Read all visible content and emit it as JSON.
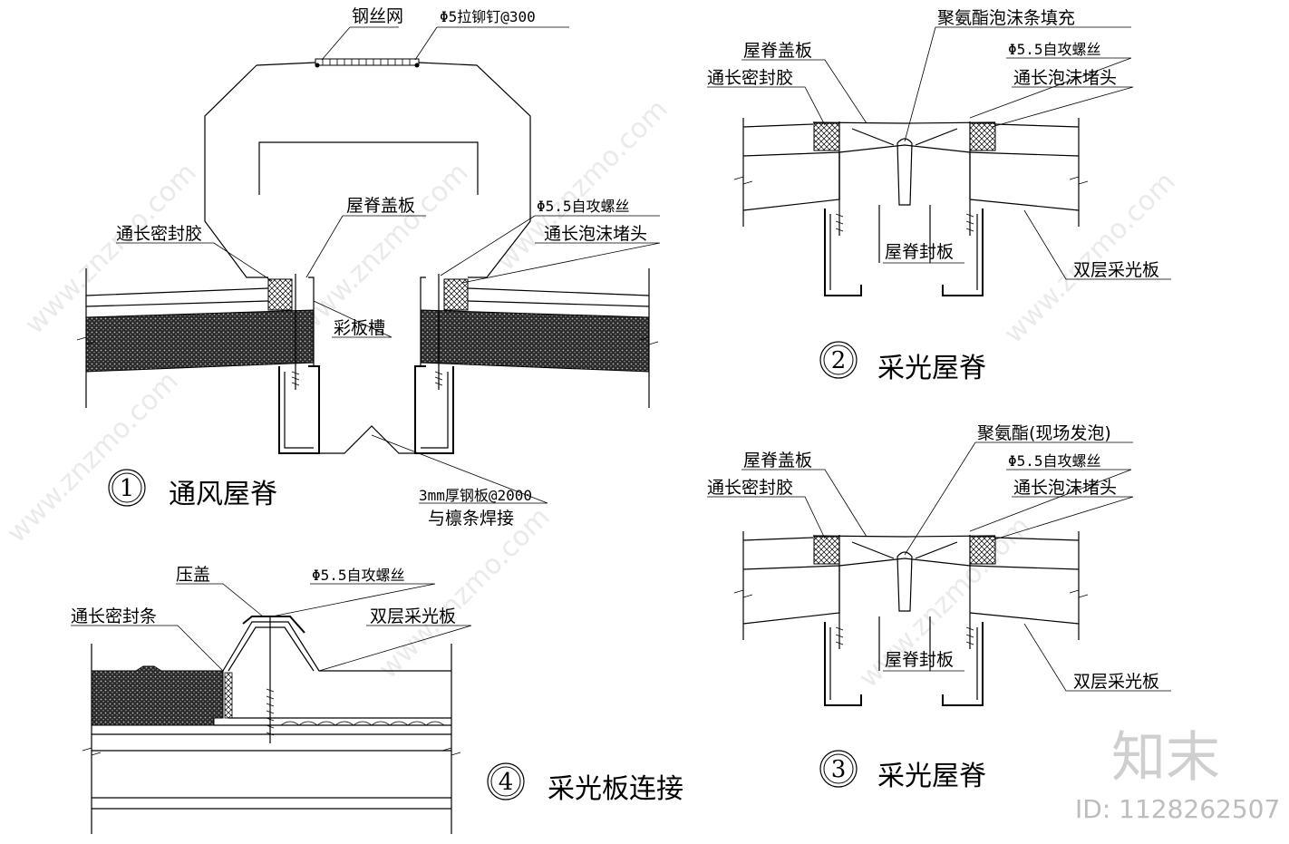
{
  "watermark": {
    "site": "www.znzmo.com",
    "brand_cn": "知末",
    "id_text": "ID: 1128262507"
  },
  "detail1": {
    "title": "通风屋脊",
    "number": "1",
    "labels": {
      "mesh": "钢丝网",
      "rivet": "Φ5拉铆钉@300",
      "ridge_cover": "屋脊盖板",
      "screw": "Φ5.5自攻螺丝",
      "sealant": "通长密封胶",
      "foam_plug": "通长泡沫堵头",
      "channel": "彩板槽",
      "plate_1": "3mm厚钢板@2000",
      "plate_2": "与檩条焊接"
    }
  },
  "detail2": {
    "title": "采光屋脊",
    "number": "2",
    "labels": {
      "foam_strip": "聚氨酯泡沫条填充",
      "ridge_cover": "屋脊盖板",
      "screw": "Φ5.5自攻螺丝",
      "sealant": "通长密封胶",
      "foam_plug": "通长泡沫堵头",
      "ridge_seal": "屋脊封板",
      "panel": "双层采光板"
    }
  },
  "detail3": {
    "title": "采光屋脊",
    "number": "3",
    "labels": {
      "foam": "聚氨酯(现场发泡)",
      "ridge_cover": "屋脊盖板",
      "screw": "Φ5.5自攻螺丝",
      "sealant": "通长密封胶",
      "foam_plug": "通长泡沫堵头",
      "ridge_seal": "屋脊封板",
      "panel": "双层采光板"
    }
  },
  "detail4": {
    "title": "采光板连接",
    "number": "4",
    "labels": {
      "cap": "压盖",
      "screw": "Φ5.5自攻螺丝",
      "seal_strip": "通长密封条",
      "panel": "双层采光板"
    }
  }
}
